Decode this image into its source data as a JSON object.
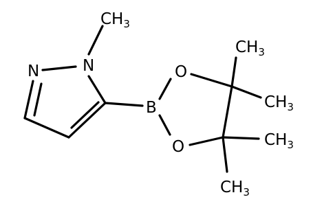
{
  "colors": {
    "background": "#ffffff",
    "bond": "#000000",
    "nitrogen": "#3333cc",
    "oxygen": "#dd1111",
    "boron": "#b07a7a",
    "carbon": "#000000"
  },
  "atoms": {
    "n1": {
      "symbol": "N",
      "element": "nitrogen"
    },
    "n2": {
      "symbol": "N",
      "element": "nitrogen"
    },
    "methyl_n": {
      "symbol": "CH",
      "subscript": "3",
      "element": "carbon"
    },
    "boron": {
      "symbol": "B",
      "element": "boron"
    },
    "o_top": {
      "symbol": "O",
      "element": "oxygen"
    },
    "o_bottom": {
      "symbol": "O",
      "element": "oxygen"
    },
    "methyl_1": {
      "symbol": "CH",
      "subscript": "3",
      "element": "carbon"
    },
    "methyl_2": {
      "symbol": "CH",
      "subscript": "3",
      "element": "carbon"
    },
    "methyl_3": {
      "symbol": "CH",
      "subscript": "3",
      "element": "carbon"
    },
    "methyl_4": {
      "symbol": "CH",
      "subscript": "3",
      "element": "carbon"
    }
  }
}
